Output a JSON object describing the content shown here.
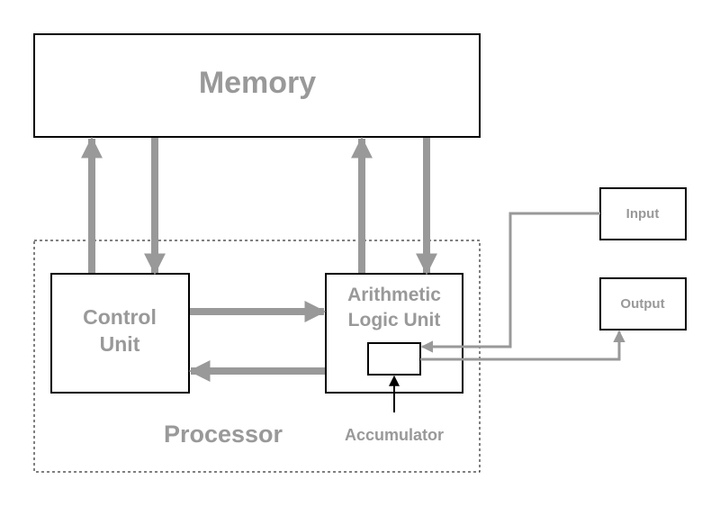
{
  "diagram": {
    "memory": {
      "label": "Memory"
    },
    "processor": {
      "label": "Processor"
    },
    "control_unit": {
      "line1": "Control",
      "line2": "Unit"
    },
    "alu": {
      "line1": "Arithmetic",
      "line2": "Logic Unit"
    },
    "accumulator": {
      "label": "Accumulator"
    },
    "input": {
      "label": "Input"
    },
    "output": {
      "label": "Output"
    }
  },
  "colors": {
    "box_border": "#000000",
    "text": "#999999",
    "arrow": "#999999"
  }
}
